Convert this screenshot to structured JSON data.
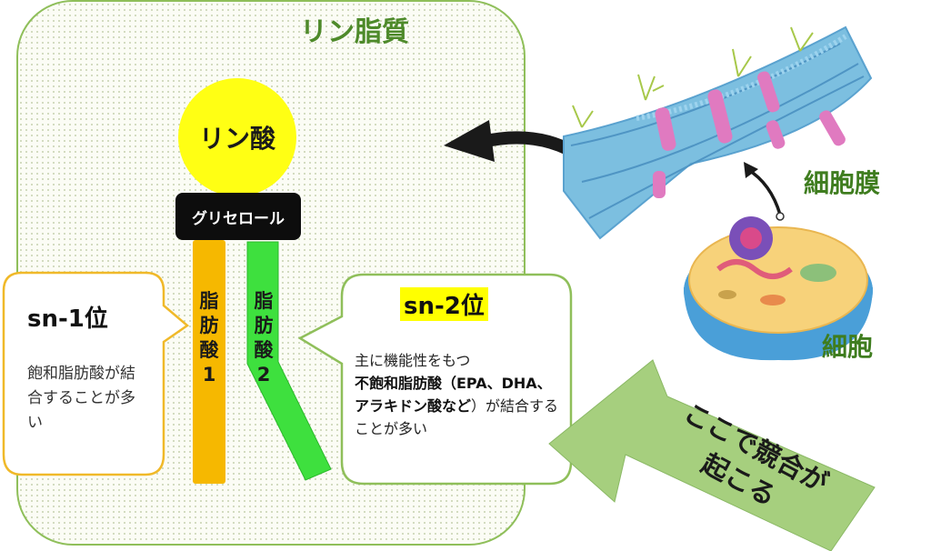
{
  "title": "リン脂質",
  "phosphate_label": "リン酸",
  "glycerol_label": "グリセロール",
  "fatty_acid_1": [
    "脂",
    "肪",
    "酸",
    "1"
  ],
  "fatty_acid_2": [
    "脂",
    "肪",
    "酸",
    "2"
  ],
  "sn1": {
    "title": "sn-1位",
    "desc": "飽和脂肪酸が結合することが多い"
  },
  "sn2": {
    "title": "sn-2位",
    "desc_intro": "主に機能性をもつ",
    "desc_bold": "不飽和脂肪酸（EPA、DHA、アラキドン酸など",
    "desc_tail": "）が結合することが多い"
  },
  "membrane_label": "細胞膜",
  "cell_label": "細胞",
  "competition_label": [
    "ここで競合が",
    "起こる"
  ],
  "colors": {
    "panel_border": "#8fbf5a",
    "phosphate": "#ffff14",
    "fatty_acid_1": "#f6b800",
    "fatty_acid_2": "#3ee03e",
    "label_green": "#3f7d1f",
    "arrow_green": "#a6cf7e"
  }
}
